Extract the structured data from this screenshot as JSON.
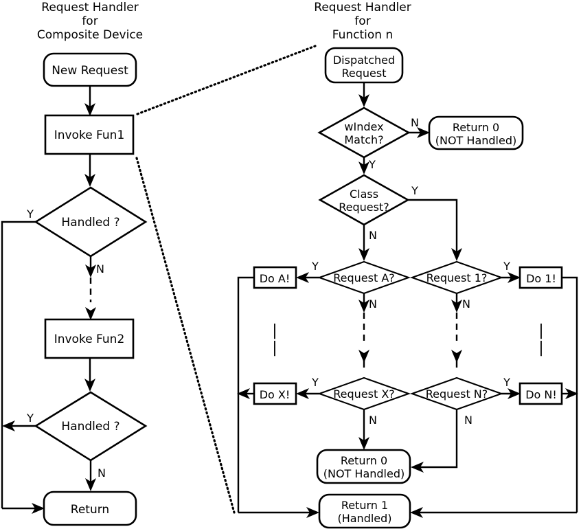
{
  "diagram": {
    "title_left": [
      "Request Handler",
      "for",
      "Composite Device"
    ],
    "title_right": [
      "Request Handler",
      "for",
      "Function n"
    ],
    "left_column": {
      "new_request": "New Request",
      "invoke_fun1": "Invoke Fun1",
      "handled_1": "Handled ?",
      "handled_1_yes": "Y",
      "handled_1_no": "N",
      "invoke_fun2": "Invoke Fun2",
      "handled_2": "Handled ?",
      "handled_2_yes": "Y",
      "handled_2_no": "N",
      "return": "Return"
    },
    "right_column": {
      "dispatched_request_line1": "Dispatched",
      "dispatched_request_line2": "Request",
      "windex_match_line1": "wIndex",
      "windex_match_line2": "Match?",
      "windex_no": "N",
      "windex_yes": "Y",
      "return0_top_line1": "Return 0",
      "return0_top_line2": "(NOT Handled)",
      "class_request_line1": "Class",
      "class_request_line2": "Request?",
      "class_yes": "Y",
      "class_no": "N",
      "request_a": "Request A?",
      "request_a_yes": "Y",
      "request_a_no": "N",
      "do_a": "Do A!",
      "request_1": "Request 1?",
      "request_1_yes": "Y",
      "request_1_no": "N",
      "do_1": "Do 1!",
      "vertical_ellipsis": "|",
      "request_x": "Request X?",
      "request_x_yes": "Y",
      "request_x_no": "N",
      "do_x": "Do X!",
      "request_n": "Request N?",
      "request_n_yes": "Y",
      "request_n_no": "N",
      "do_n": "Do N!",
      "return0_bottom_line1": "Return 0",
      "return0_bottom_line2": "(NOT Handled)",
      "return1_line1": "Return 1",
      "return1_line2": "(Handled)"
    },
    "colors": {
      "stroke": "#000000",
      "fill": "#ffffff",
      "background": "#ffffff"
    }
  }
}
